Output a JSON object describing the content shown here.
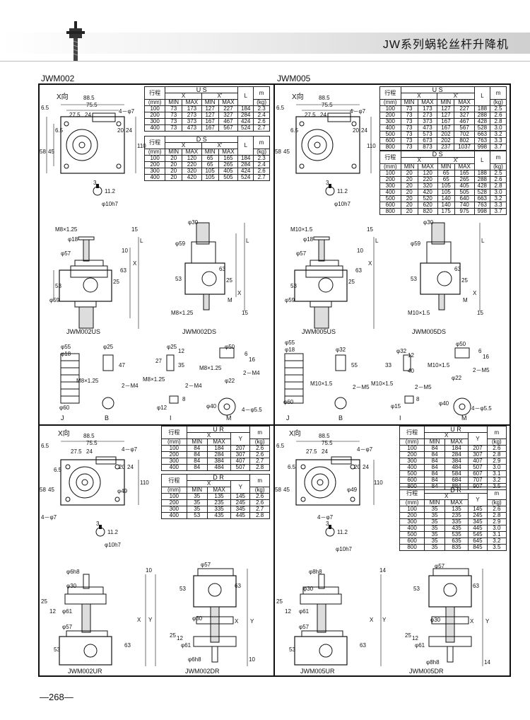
{
  "header": {
    "title": "JW系列蜗轮丝杆升降机"
  },
  "page_number": "—268—",
  "sections": {
    "jwm002": {
      "model": "JWM002",
      "xdir": "X向",
      "dims": {
        "w": "88.5",
        "w2": "75.5",
        "a": "6.5",
        "b": "27.5",
        "c": "24",
        "hole": "4－φ7",
        "h1": "20",
        "h2": "24",
        "h3": "110",
        "h4": "58",
        "h5": "45",
        "h6": "6.5",
        "key": "3",
        "d1": "11.2",
        "shaft": "φ10h7"
      },
      "us_table": {
        "stroke_head": "行程",
        "stroke_unit": "(mm)",
        "title": "U S",
        "x": "X",
        "x2": "X'",
        "min": "MIN",
        "max": "MAX",
        "L": "L",
        "m": "m",
        "kg": "(kg)",
        "rows": [
          [
            "100",
            "73",
            "173",
            "127",
            "227",
            "184",
            "2.3"
          ],
          [
            "200",
            "73",
            "273",
            "127",
            "327",
            "284",
            "2.4"
          ],
          [
            "300",
            "73",
            "373",
            "167",
            "467",
            "424",
            "2.6"
          ],
          [
            "400",
            "73",
            "473",
            "167",
            "567",
            "524",
            "2.7"
          ]
        ]
      },
      "ds_table": {
        "stroke_head": "行程",
        "stroke_unit": "(mm)",
        "title": "D S",
        "x": "X",
        "x2": "X'",
        "min": "MIN",
        "max": "MAX",
        "L": "L",
        "m": "m",
        "kg": "(kg)",
        "rows": [
          [
            "100",
            "20",
            "120",
            "65",
            "165",
            "184",
            "2.3"
          ],
          [
            "200",
            "20",
            "220",
            "65",
            "265",
            "284",
            "2.4"
          ],
          [
            "300",
            "20",
            "320",
            "105",
            "405",
            "424",
            "2.6"
          ],
          [
            "400",
            "20",
            "420",
            "105",
            "505",
            "524",
            "2.7"
          ]
        ]
      },
      "us_draw": {
        "thread": "M8×1.25",
        "d18": "φ18",
        "d57": "φ57",
        "d59": "φ59",
        "h53": "53",
        "h25": "25",
        "h63": "63",
        "h10": "10",
        "h15": "15",
        "x": "X",
        "L": "L",
        "cap": "JWM002US"
      },
      "ds_draw": {
        "d30": "φ30",
        "d59": "φ59",
        "thread": "M8×1.25",
        "h53": "53",
        "h25": "25",
        "h63": "63",
        "h15": "15",
        "x": "X",
        "L": "L",
        "M": "M",
        "cap": "JWM002DS"
      },
      "acc": {
        "J": "J",
        "B": "B",
        "I": "I",
        "M": "M",
        "d55": "φ55",
        "d18": "φ18",
        "d60": "φ60",
        "d25": "φ25",
        "h47": "47",
        "m8": "M8×1.25",
        "m4": "2－M4",
        "d25b": "φ25",
        "h12": "12",
        "h27": "27",
        "h35": "35",
        "h8": "8",
        "d12": "φ12",
        "m8b": "M8×1.25",
        "m4b": "2－M4",
        "d50": "φ50",
        "m8c": "M8×1.25",
        "m4c": "2－M4",
        "d22": "φ22",
        "d40": "φ40",
        "h55": "4－φ5.5",
        "n6": "6",
        "n16": "16"
      }
    },
    "jwm005": {
      "model": "JWM005",
      "xdir": "X向",
      "dims": {
        "w": "88.5",
        "w2": "75.5",
        "a": "6.5",
        "b": "27.5",
        "c": "24",
        "hole": "4－φ7",
        "h1": "20",
        "h2": "24",
        "h3": "110",
        "h4": "58",
        "h5": "45",
        "h6": "6.5",
        "key": "3",
        "d1": "11.2",
        "shaft": "φ10h7"
      },
      "us_table": {
        "stroke_head": "行程",
        "stroke_unit": "(mm)",
        "title": "U S",
        "x": "X",
        "x2": "X'",
        "min": "MIN",
        "max": "MAX",
        "L": "L",
        "m": "m",
        "kg": "(kg)",
        "rows": [
          [
            "100",
            "73",
            "173",
            "127",
            "227",
            "188",
            "2.5"
          ],
          [
            "200",
            "73",
            "273",
            "127",
            "327",
            "288",
            "2.6"
          ],
          [
            "300",
            "73",
            "373",
            "167",
            "467",
            "428",
            "2.8"
          ],
          [
            "400",
            "73",
            "473",
            "167",
            "567",
            "528",
            "3.0"
          ],
          [
            "500",
            "73",
            "573",
            "202",
            "702",
            "663",
            "3.2"
          ],
          [
            "600",
            "73",
            "673",
            "202",
            "802",
            "763",
            "3.3"
          ],
          [
            "800",
            "73",
            "873",
            "237",
            "1037",
            "998",
            "3.7"
          ]
        ]
      },
      "ds_table": {
        "stroke_head": "行程",
        "stroke_unit": "(mm)",
        "title": "D S",
        "x": "X",
        "x2": "X'",
        "min": "MIN",
        "max": "MAX",
        "L": "L",
        "m": "m",
        "kg": "(kg)",
        "rows": [
          [
            "100",
            "20",
            "120",
            "65",
            "165",
            "188",
            "2.5"
          ],
          [
            "200",
            "20",
            "220",
            "65",
            "265",
            "288",
            "2.6"
          ],
          [
            "300",
            "20",
            "320",
            "105",
            "405",
            "428",
            "2.8"
          ],
          [
            "400",
            "20",
            "420",
            "105",
            "505",
            "528",
            "3.0"
          ],
          [
            "500",
            "20",
            "520",
            "140",
            "640",
            "663",
            "3.2"
          ],
          [
            "600",
            "20",
            "620",
            "140",
            "740",
            "763",
            "3.3"
          ],
          [
            "800",
            "20",
            "820",
            "175",
            "975",
            "998",
            "3.7"
          ]
        ]
      },
      "us_draw": {
        "thread": "M10×1.5",
        "d18": "φ18",
        "d57": "φ57",
        "d59": "φ59",
        "h53": "53",
        "h25": "25",
        "h63": "63",
        "h10": "10",
        "h15": "15",
        "x": "X",
        "L": "L",
        "cap": "JWM005US"
      },
      "ds_draw": {
        "d30": "φ30",
        "d59": "φ59",
        "thread": "M10×1.5",
        "h53": "53",
        "h25": "25",
        "h63": "63",
        "h15": "15",
        "x": "X",
        "L": "L",
        "M": "M",
        "cap": "JWM005DS"
      },
      "acc": {
        "J": "J",
        "B": "B",
        "I": "I",
        "M": "M",
        "d55": "φ55",
        "d18": "φ18",
        "d60": "φ60",
        "d25": "φ32",
        "h47": "55",
        "m8": "M10×1.5",
        "m4": "2－M5",
        "d25b": "φ32",
        "h12": "12",
        "h27": "33",
        "h35": "40",
        "h8": "8",
        "d12": "φ15",
        "m8b": "M10×1.5",
        "m4b": "2－M5",
        "d50": "φ50",
        "m8c": "M10×1.5",
        "m4c": "2－M5",
        "d22": "φ22",
        "d40": "φ40",
        "h55": "4－φ5.5",
        "n6": "6",
        "n16": "16"
      }
    },
    "jwm002r": {
      "xdir": "X向",
      "dims": {
        "w": "88.5",
        "w2": "75.5",
        "a": "6.5",
        "b": "27.5",
        "c": "24",
        "hole": "4－φ7",
        "hole2": "4－φ7",
        "h1": "20",
        "h2": "24",
        "h3": "110",
        "h4": "58",
        "h5": "45",
        "h6": "6.5",
        "d49": "φ49",
        "key": "3",
        "d1": "11.2",
        "shaft": "φ10h7"
      },
      "ur_table": {
        "stroke_head": "行程",
        "stroke_unit": "(mm)",
        "title": "U R",
        "x": "X",
        "min": "MIN",
        "max": "MAX",
        "Y": "Y",
        "m": "m",
        "kg": "(kg)",
        "rows": [
          [
            "100",
            "84",
            "184",
            "207",
            "2.6"
          ],
          [
            "200",
            "84",
            "284",
            "307",
            "2.6"
          ],
          [
            "300",
            "84",
            "384",
            "407",
            "2.7"
          ],
          [
            "400",
            "84",
            "484",
            "507",
            "2.8"
          ]
        ]
      },
      "dr_table": {
        "stroke_head": "行程",
        "stroke_unit": "(mm)",
        "title": "D R",
        "x": "X",
        "min": "MIN",
        "max": "MAX",
        "Y": "Y",
        "m": "m",
        "kg": "(kg)",
        "rows": [
          [
            "100",
            "35",
            "135",
            "145",
            "2.6"
          ],
          [
            "200",
            "35",
            "235",
            "245",
            "2.6"
          ],
          [
            "300",
            "35",
            "335",
            "345",
            "2.7"
          ],
          [
            "400",
            "53",
            "435",
            "445",
            "2.8"
          ]
        ]
      },
      "ur_draw": {
        "d6h8": "φ6h8",
        "d30": "φ30",
        "d61": "φ61",
        "d57": "φ57",
        "h25": "25",
        "h12": "12",
        "h53": "53",
        "h63": "63",
        "h10": "10",
        "x": "X",
        "y": "Y",
        "cap": "JWM002UR"
      },
      "dr_draw": {
        "d57": "φ57",
        "d30": "φ30",
        "d61": "φ61",
        "d6h8": "φ6h8",
        "h53": "53",
        "h63": "63",
        "h25": "25",
        "h12": "12",
        "h10": "10",
        "x": "X",
        "y": "Y",
        "cap": "JWM002DR"
      }
    },
    "jwm005r": {
      "xdir": "X向",
      "dims": {
        "w": "88.5",
        "w2": "75.5",
        "a": "6.5",
        "b": "27.5",
        "c": "24",
        "hole": "4－φ7",
        "hole2": "4－φ7",
        "h1": "20",
        "h2": "24",
        "h3": "110",
        "h4": "58",
        "h5": "45",
        "h6": "6.5",
        "d49": "φ49",
        "key": "3",
        "d1": "11.2",
        "shaft": "φ10h7"
      },
      "ur_table": {
        "stroke_head": "行程",
        "stroke_unit": "(mm)",
        "title": "U R",
        "x": "X",
        "min": "MIN",
        "max": "MAX",
        "Y": "Y",
        "m": "m",
        "kg": "(kg)",
        "rows": [
          [
            "100",
            "84",
            "184",
            "207",
            "2.6"
          ],
          [
            "200",
            "84",
            "284",
            "307",
            "2.8"
          ],
          [
            "300",
            "84",
            "384",
            "407",
            "2.9"
          ],
          [
            "400",
            "84",
            "484",
            "507",
            "3.0"
          ],
          [
            "500",
            "84",
            "584",
            "607",
            "3.1"
          ],
          [
            "600",
            "84",
            "684",
            "707",
            "3.2"
          ],
          [
            "800",
            "84",
            "884",
            "907",
            "3.5"
          ]
        ]
      },
      "dr_table": {
        "stroke_head": "行程",
        "stroke_unit": "(mm)",
        "title": "D R",
        "x": "X",
        "min": "MIN",
        "max": "MAX",
        "Y": "Y",
        "m": "m",
        "kg": "(kg)",
        "rows": [
          [
            "100",
            "35",
            "135",
            "145",
            "2.6"
          ],
          [
            "200",
            "35",
            "235",
            "245",
            "2.8"
          ],
          [
            "300",
            "35",
            "335",
            "345",
            "2.9"
          ],
          [
            "400",
            "35",
            "435",
            "445",
            "3.0"
          ],
          [
            "500",
            "35",
            "535",
            "545",
            "3.1"
          ],
          [
            "600",
            "35",
            "635",
            "645",
            "3.2"
          ],
          [
            "800",
            "35",
            "835",
            "845",
            "3.5"
          ]
        ]
      },
      "ur_draw": {
        "d8h8": "φ8h8",
        "d30": "φ30",
        "d61": "φ61",
        "d57": "φ57",
        "h25": "25",
        "h12": "12",
        "h53": "53",
        "h63": "63",
        "h14": "14",
        "x": "X",
        "y": "Y",
        "cap": "JWM005UR"
      },
      "dr_draw": {
        "d57": "φ57",
        "d30": "φ30",
        "d61": "φ61",
        "d8h8": "φ8h8",
        "h53": "53",
        "h63": "63",
        "h25": "25",
        "h12": "12",
        "h14": "14",
        "x": "X",
        "y": "Y",
        "cap": "JWM005DR"
      }
    }
  }
}
